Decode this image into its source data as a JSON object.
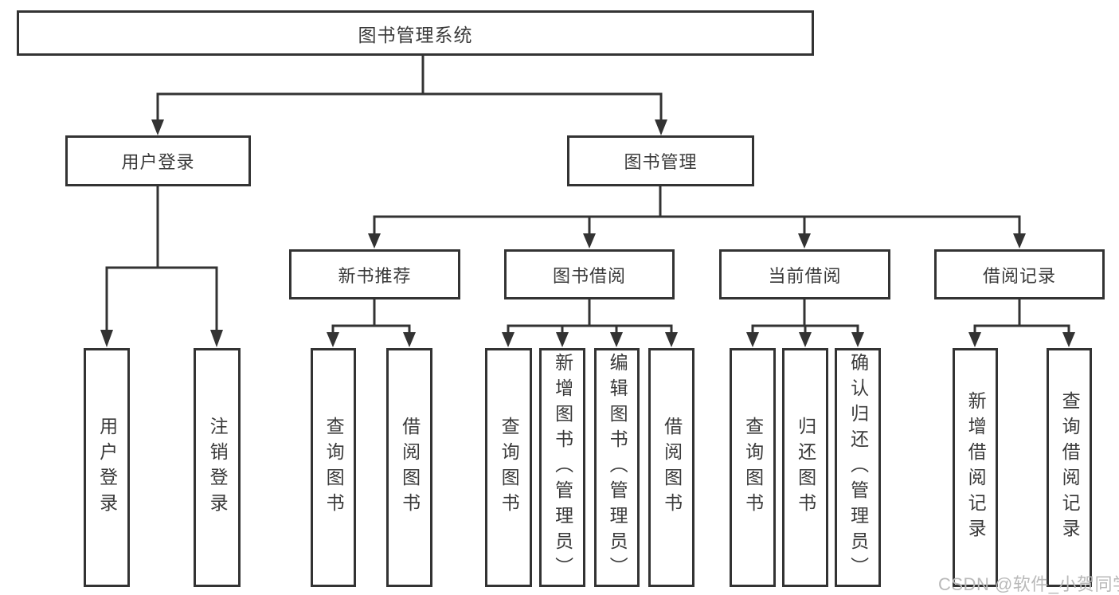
{
  "tree": {
    "root": {
      "label": "图书管理系统",
      "children": [
        {
          "label": "用户登录",
          "children": [
            {
              "label": "用户登录"
            },
            {
              "label": "注销登录"
            }
          ]
        },
        {
          "label": "图书管理",
          "children": [
            {
              "label": "新书推荐",
              "children": [
                {
                  "label": "查询图书"
                },
                {
                  "label": "借阅图书"
                }
              ]
            },
            {
              "label": "图书借阅",
              "children": [
                {
                  "label": "查询图书"
                },
                {
                  "label": "新增图书（管理员）"
                },
                {
                  "label": "编辑图书（管理员）"
                },
                {
                  "label": "借阅图书"
                }
              ]
            },
            {
              "label": "当前借阅",
              "children": [
                {
                  "label": "查询图书"
                },
                {
                  "label": "归还图书"
                },
                {
                  "label": "确认归还（管理员）"
                }
              ]
            },
            {
              "label": "借阅记录",
              "children": [
                {
                  "label": "新增借阅记录"
                },
                {
                  "label": "查询借阅记录"
                }
              ]
            }
          ]
        }
      ]
    }
  },
  "watermark": {
    "text": "CSDN @软件_小贺同学",
    "color": "#b9b9b9"
  },
  "colors": {
    "line": "#333333",
    "text": "#3a3a3a",
    "background": "#ffffff"
  }
}
